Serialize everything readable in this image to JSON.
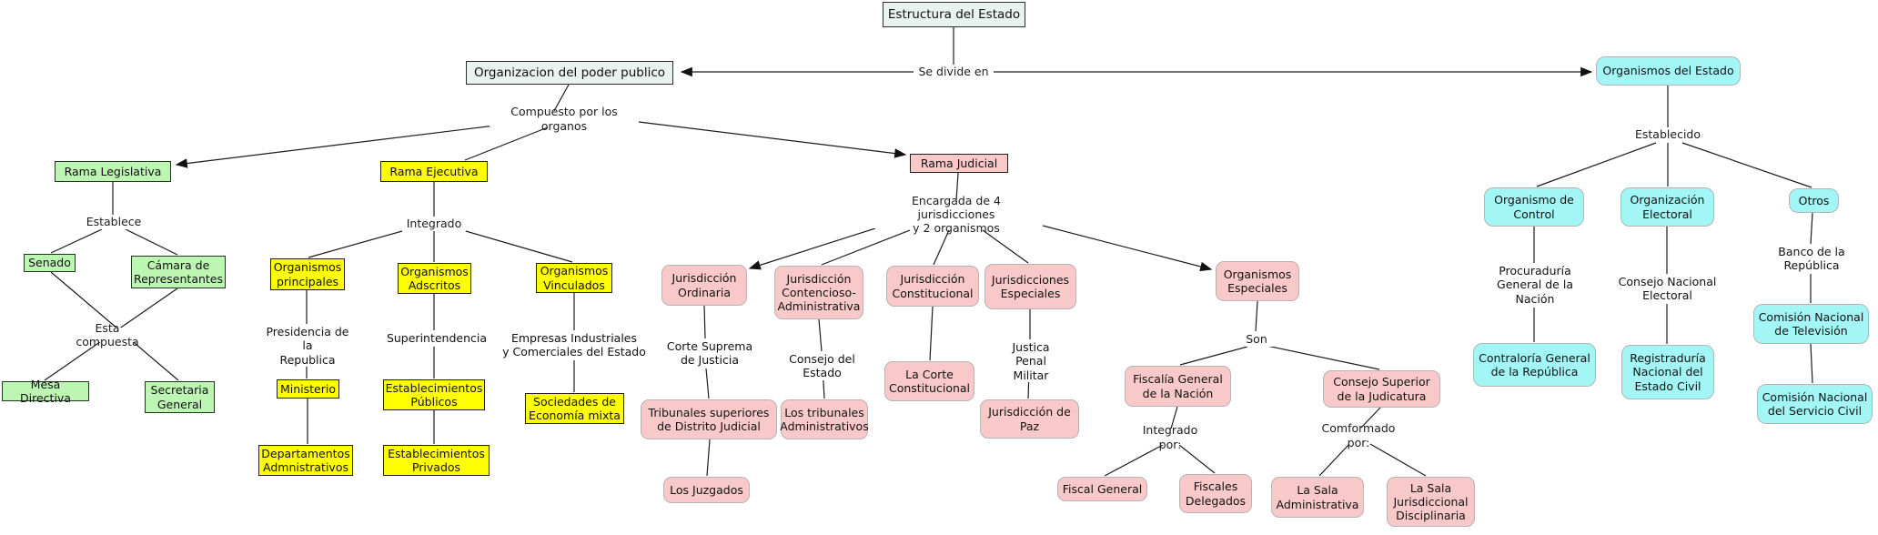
{
  "colors": {
    "legislativa_green": "#bdf6b2",
    "ejecutiva_yellow": "#ffff00",
    "judicial_pink": "#f9c8c8",
    "estado_cyan": "#a2f6f6",
    "root_box": "#e9f2ef",
    "line": "#1c1c1c"
  },
  "labels": {
    "se_divide": "Se divide en",
    "compuesto": "Compuesto por los organos",
    "establece": "Establece",
    "esta_compuesta": "Esta compuesta",
    "integrado": "Integrado",
    "encargada": "Encargada de 4 jurisdicciones\ny 2 organismos",
    "son": "Son",
    "integrado_por": "Integrado por:",
    "comformado_por": "Comformado por:",
    "establecido": "Establecido"
  },
  "nodes": {
    "estructura": "Estructura del Estado",
    "poder_publico": "Organizacion del poder publico",
    "organismos_estado": "Organismos del Estado",
    "rama_legislativa": "Rama Legislativa",
    "rama_ejecutiva": "Rama Ejecutiva",
    "rama_judicial": "Rama Judicial",
    "senado": "Senado",
    "camara": "Cámara de\nRepresentantes",
    "mesa_directiva": "Mesa Directiva",
    "secretaria_general": "Secretaria\nGeneral",
    "org_principales": "Organismos\nprincipales",
    "org_adscritos": "Organismos\nAdscritos",
    "org_vinculados": "Organismos\nVinculados",
    "presidencia": "Presidencia de la\nRepublica",
    "ministerio": "Ministerio",
    "departamentos": "Departamentos\nAdmnistrativos",
    "superintendencia": "Superintendencia",
    "estab_publicos": "Establecimientos\nPúblicos",
    "estab_privados": "Establecimientos\nPrivados",
    "empresas": "Empresas Industriales\ny Comerciales del Estado",
    "sociedades": "Sociedades de\nEconomía mixta",
    "jur_ordinaria": "Jurisdicción\nOrdinaria",
    "jur_contencioso": "Jurisdicción\nContencioso-\nAdministrativa",
    "jur_constitucional": "Jurisdicción\nConstitucional",
    "jur_especiales": "Jurisdicciones\nEspeciales",
    "org_especiales": "Organismos\nEspeciales",
    "corte_suprema": "Corte Suprema\nde Justicia",
    "tribunales": "Tribunales superiores\nde Distrito Judicial",
    "juzgados": "Los Juzgados",
    "consejo_estado": "Consejo del Estado",
    "trib_admin": "Los tribunales\nAdministrativos",
    "corte_const": "La Corte\nConstitucional",
    "justica_penal": "Justica Penal\nMilitar",
    "jur_paz": "Jurisdicción de\nPaz",
    "fiscalia": "Fiscalía General\nde la Nación",
    "consejo_superior": "Consejo Superior\nde la Judicatura",
    "fiscal_general": "Fiscal General",
    "fiscales_delegados": "Fiscales\nDelegados",
    "sala_admin": "La Sala\nAdministrativa",
    "sala_jurisdiccional": "La Sala\nJurisdiccional\nDisciplinaria",
    "org_control": "Organismo de\nControl",
    "org_electoral": "Organización\nElectoral",
    "otros": "Otros",
    "procuraduria": "Procuraduría\nGeneral de la\nNación",
    "consejo_nacional": "Consejo Nacional\nElectoral",
    "banco": "Banco de la\nRepública",
    "contraloria": "Contraloría General\nde la República",
    "registraduria": "Registraduría\nNacional del\nEstado Civil",
    "comision_tv": "Comisión Nacional\nde Televisión",
    "comision_servicio": "Comisión Nacional\ndel Servicio Civil"
  }
}
